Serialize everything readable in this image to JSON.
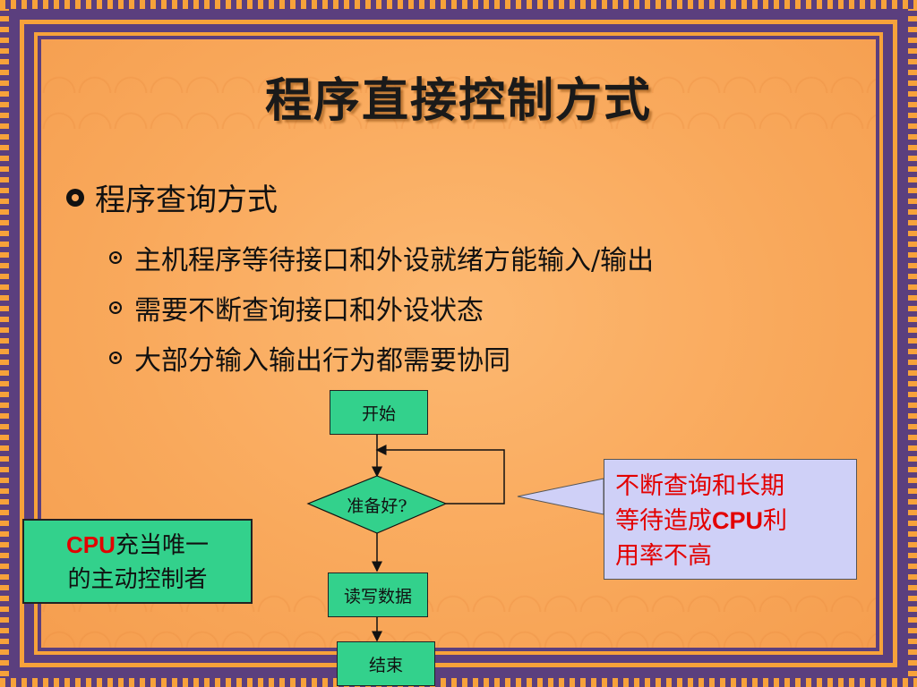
{
  "slide": {
    "title": "程序直接控制方式",
    "bullet1": "程序查询方式",
    "sub_bullets": [
      "主机程序等待接口和外设就绪方能输入/输出",
      "需要不断查询接口和外设状态",
      "大部分输入输出行为都需要协同"
    ]
  },
  "flowchart": {
    "start": "开始",
    "decision": "准备好?",
    "read_write": "读写数据",
    "end": "结束"
  },
  "cpu_note": {
    "prefix": "CPU",
    "line1_rest": "充当唯一",
    "line2": "的主动控制者"
  },
  "callout": {
    "line1": "不断查询和长期",
    "line2_a": "等待造成",
    "line2_b": "CPU",
    "line2_c": "利",
    "line3": "用率不高"
  },
  "colors": {
    "background_orange": "#f9a95c",
    "border_purple": "#5b3f7e",
    "box_green": "#33d18c",
    "callout_lavender": "#cfd0f7",
    "accent_red": "#e30000"
  }
}
